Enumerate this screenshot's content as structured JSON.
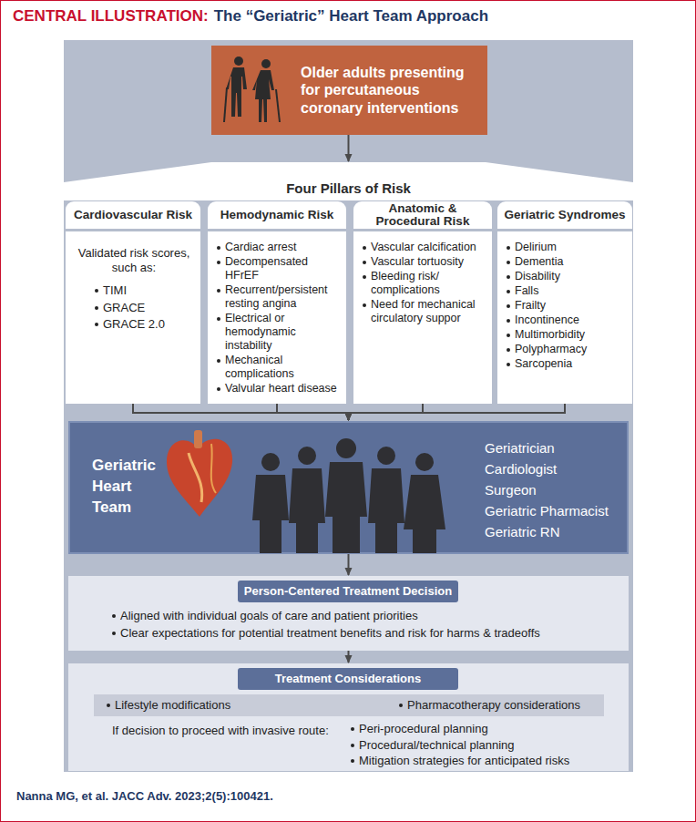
{
  "diagram": {
    "title": "The “Geriatric” Heart Team Approach",
    "caption": "Nanna MG, et al. JACC Adv. 2023;2(5):100421.",
    "nodes": [
      {
        "text": [
          "Older adults presenting for percutaneous coronary interventions"
        ]
      },
      {
        "text": [
          "Four Pillars of Risk"
        ]
      },
      {
        "text": [
          "Cardiovascular Risk"
        ]
      },
      {
        "text": [
          "Validated risk scores, such as:",
          "TIMI",
          "GRACE",
          "GRACE 2.0"
        ]
      },
      {
        "text": [
          "Hemodynamic Risk"
        ]
      },
      {
        "text": [
          "Cardiac arrest",
          "Decompensated HFrEF",
          "Recurrent/persistent resting angina",
          "Electrical or hemodynamic instability",
          "Mechanical complications",
          "Valvular heart disease"
        ]
      },
      {
        "text": [
          "Anatomic & Procedural Risk"
        ]
      },
      {
        "text": [
          "Vascular calcification",
          "Vascular tortuosity",
          "Bleeding risk/ complications",
          "Need for mechanical circulatory suppor"
        ]
      },
      {
        "text": [
          "Geriatric Syndromes"
        ]
      },
      {
        "text": [
          "Delirium",
          "Dementia",
          "Disability",
          "Falls",
          "Frailty",
          "Incontinence",
          "Multimorbidity",
          "Polypharmacy",
          "Sarcopenia"
        ]
      },
      {
        "text": [
          "Geriatric Heart Team",
          "Geriatrician",
          "Cardiologist",
          "Surgeon",
          "Geriatric Pharmacist",
          "Geriatric RN"
        ]
      },
      {
        "text": [
          "Aligned with individual goals of care and patient priorities",
          "Clear expectations for potential treatment benefits and risk for harms & tradeoffs"
        ]
      },
      {
        "text": [
          "Person-Centered Treatment Decision"
        ],
        "in": 11
      },
      {
        "text": [
          "If decision to proceed with invasive route:",
          "Peri-procedural planning",
          "Procedural/technical planning",
          "Mitigation strategies for anticipated risks"
        ]
      },
      {
        "text": [
          "Treatment Considerations"
        ],
        "in": 13
      },
      {
        "text": [
          "Lifestyle modifications",
          "Pharmacotherapy considerations"
        ],
        "in": 13
      }
    ],
    "edges": [
      {
        "from": 0,
        "to": 1,
        "arrow": "to"
      },
      {
        "from": 3,
        "to": 10,
        "arrow": "to"
      },
      {
        "from": 5,
        "to": 10,
        "arrow": "to"
      },
      {
        "from": 7,
        "to": 10,
        "arrow": "to"
      },
      {
        "from": 9,
        "to": 10,
        "arrow": "to"
      },
      {
        "from": 10,
        "to": 11,
        "arrow": "to"
      },
      {
        "from": 11,
        "to": 13,
        "arrow": "to"
      }
    ],
    "labels": [
      "CENTRAL ILLUSTRATION:"
    ]
  }
}
